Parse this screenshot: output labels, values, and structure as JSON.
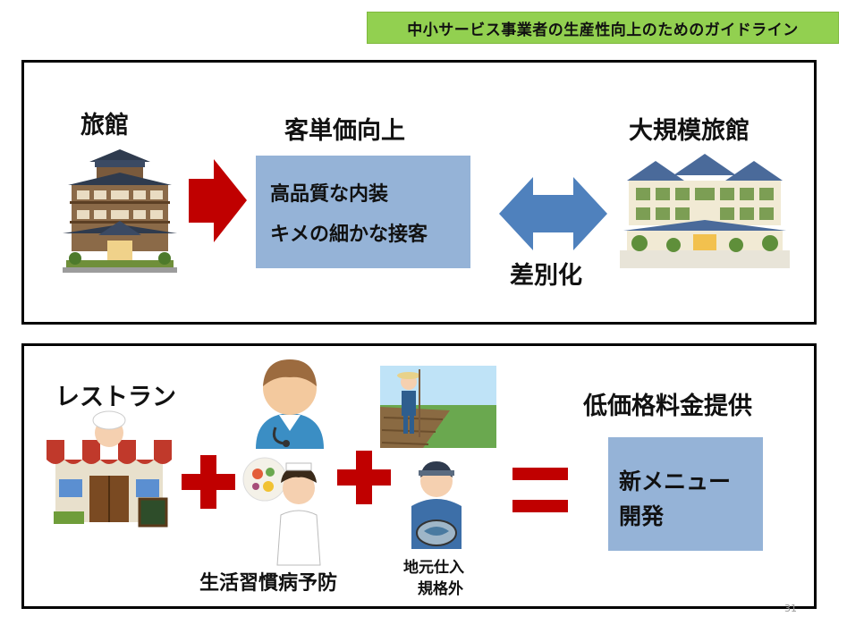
{
  "header": {
    "title": "中小サービス事業者の生産性向上のためのガイドライン"
  },
  "top": {
    "left_label": "旅館",
    "center_label": "客単価向上",
    "right_label": "大規模旅館",
    "box_lines": [
      "高品質な内装",
      "キメの細かな接客"
    ],
    "diff_label": "差別化"
  },
  "bottom": {
    "left_label": "レストラン",
    "health_label": "生活習慣病予防",
    "local_label": [
      "地元仕入",
      "規格外"
    ],
    "result_label": "低価格料金提供",
    "box_lines": [
      "新メニュー",
      "開発"
    ]
  },
  "page_number": "31",
  "colors": {
    "banner": "#92d050",
    "red": "#c00000",
    "blue_box": "#95b3d7",
    "double_arrow": "#4f81bd"
  },
  "icons": [
    "ryokan-building-icon",
    "red-arrow-icon",
    "double-arrow-icon",
    "large-ryokan-icon",
    "restaurant-chef-icon",
    "doctor-icon",
    "nutritionist-icon",
    "farmer-field-icon",
    "fisherman-icon",
    "plus-icon",
    "equals-icon"
  ]
}
